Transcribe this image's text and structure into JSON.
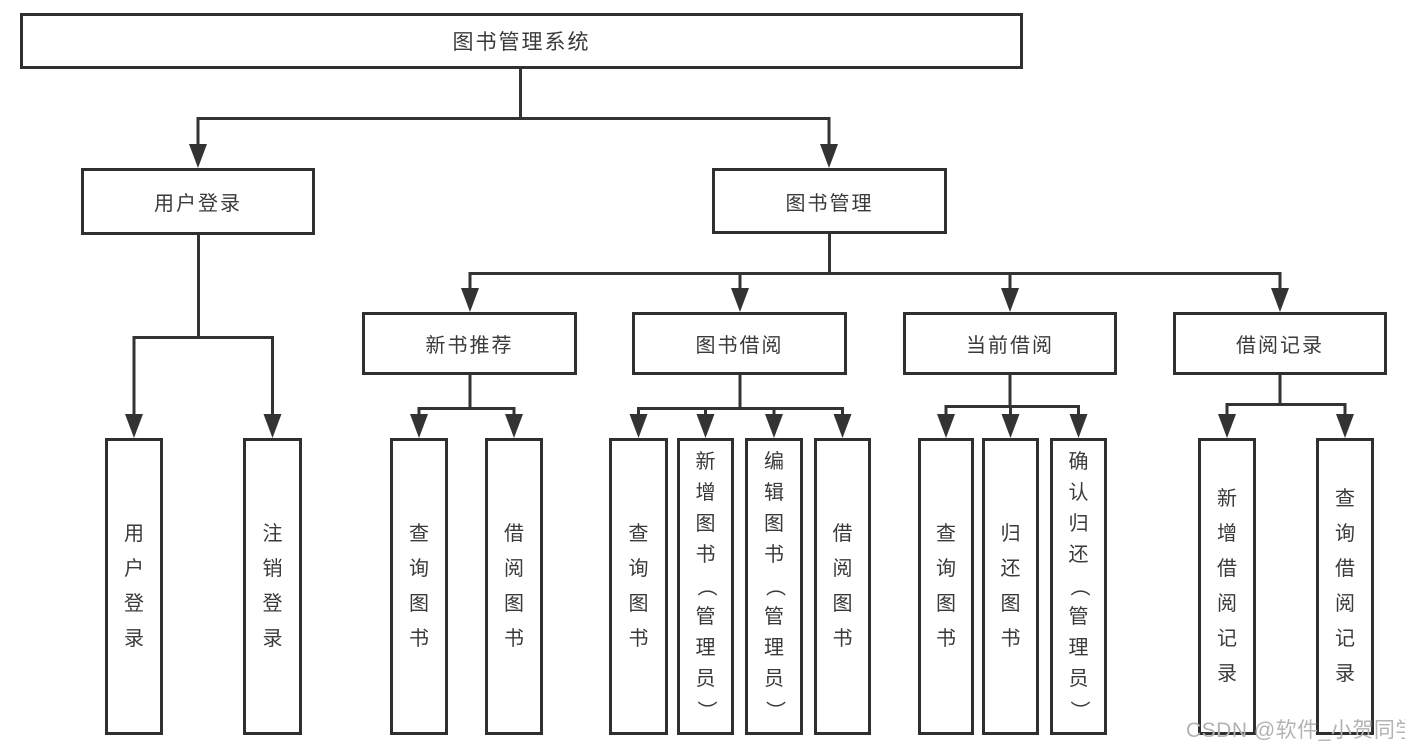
{
  "diagram": {
    "root": {
      "label": "图书管理系统"
    },
    "branches": [
      {
        "label": "用户登录",
        "children": [
          {
            "label": "用户登录"
          },
          {
            "label": "注销登录"
          }
        ]
      },
      {
        "label": "图书管理",
        "children": [
          {
            "label": "新书推荐",
            "children": [
              {
                "label": "查询图书"
              },
              {
                "label": "借阅图书"
              }
            ]
          },
          {
            "label": "图书借阅",
            "children": [
              {
                "label": "查询图书"
              },
              {
                "label": "新增图书（管理员）"
              },
              {
                "label": "编辑图书（管理员）"
              },
              {
                "label": "借阅图书"
              }
            ]
          },
          {
            "label": "当前借阅",
            "children": [
              {
                "label": "查询图书"
              },
              {
                "label": "归还图书"
              },
              {
                "label": "确认归还（管理员）"
              }
            ]
          },
          {
            "label": "借阅记录",
            "children": [
              {
                "label": "新增借阅记录"
              },
              {
                "label": "查询借阅记录"
              }
            ]
          }
        ]
      }
    ]
  },
  "watermark": {
    "text": "CSDN @软件_小贺同学",
    "color": "#b4b2b2"
  },
  "colors": {
    "background": "#ffffff",
    "line": "#333333",
    "box_border": "#2f2f2f",
    "text": "#3a3a3a"
  }
}
